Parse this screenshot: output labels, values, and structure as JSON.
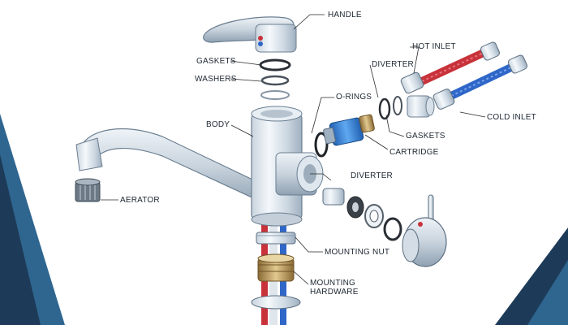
{
  "colors": {
    "accent_dark": "#1d3b58",
    "accent_mid": "#2f6690",
    "hot_line": "#c8323a",
    "cold_line": "#2f67c8",
    "cartridge": "#2f7fd0",
    "brass": "#b69459",
    "leader": "#2a2a2a"
  },
  "labels": {
    "handle": "HANDLE",
    "gaskets_top": "GASKETS",
    "washers": "WASHERS",
    "o_rings": "O-RINGS",
    "diverter_top": "DIVERTER",
    "hot_inlet": "HOT INLET",
    "cold_inlet": "COLD INLET",
    "body": "BODY",
    "gaskets_right": "GASKETS",
    "cartridge": "CARTRIDGE",
    "diverter_mid": "DIVERTER",
    "aerator": "AERATOR",
    "mounting_nut": "MOUNTING NUT",
    "mounting_hardware": "MOUNTING HARDWARE"
  },
  "parts": [
    {
      "name": "handle",
      "icon": "faucet-handle-icon"
    },
    {
      "name": "gaskets",
      "icon": "gasket-ring-icon"
    },
    {
      "name": "washers",
      "icon": "washer-ring-icon"
    },
    {
      "name": "body",
      "icon": "faucet-body-icon"
    },
    {
      "name": "spout",
      "icon": "spout-icon"
    },
    {
      "name": "aerator",
      "icon": "aerator-icon"
    },
    {
      "name": "cartridge",
      "icon": "cartridge-icon"
    },
    {
      "name": "o-rings",
      "icon": "o-ring-icon"
    },
    {
      "name": "diverter",
      "icon": "diverter-icon"
    },
    {
      "name": "hot-inlet",
      "icon": "hot-hose-icon"
    },
    {
      "name": "cold-inlet",
      "icon": "cold-hose-icon"
    },
    {
      "name": "side-handle",
      "icon": "side-handle-icon"
    },
    {
      "name": "mounting-nut",
      "icon": "mounting-nut-icon"
    },
    {
      "name": "mounting-hardware",
      "icon": "mounting-hardware-icon"
    }
  ]
}
